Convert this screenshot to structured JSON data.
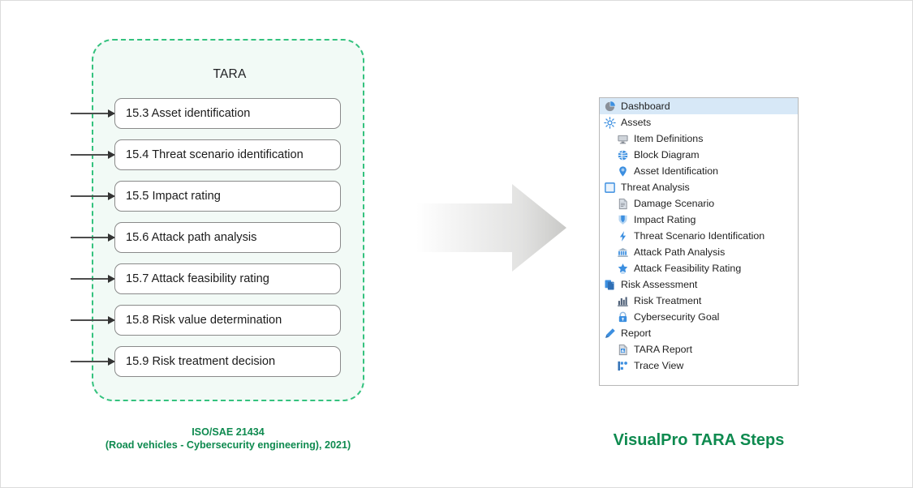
{
  "colors": {
    "accent_green": "#0e8a4f",
    "dashed_border": "#34c27e",
    "panel_bg": "#f2faf6",
    "selection_blue": "#d7e8f7",
    "icon_blue": "#3c8fe0"
  },
  "iso_panel": {
    "title": "TARA",
    "steps": [
      {
        "label": "15.3 Asset identification"
      },
      {
        "label": "15.4 Threat scenario identification"
      },
      {
        "label": "15.5 Impact rating"
      },
      {
        "label": "15.6 Attack path analysis"
      },
      {
        "label": "15.7 Attack feasibility rating"
      },
      {
        "label": "15.8 Risk value determination"
      },
      {
        "label": "15.9 Risk treatment decision"
      }
    ],
    "caption_line1": "ISO/SAE 21434",
    "caption_line2": "(Road vehicles - Cybersecurity engineering), 2021)"
  },
  "flow": {
    "arrow_icon": "right-block-arrow"
  },
  "tree_panel": {
    "caption": "VisualPro TARA Steps",
    "items": [
      {
        "label": "Dashboard",
        "level": 0,
        "icon": "pie-chart-icon",
        "selected": true
      },
      {
        "label": "Assets",
        "level": 0,
        "icon": "sun-gear-icon",
        "selected": false
      },
      {
        "label": "Item Definitions",
        "level": 1,
        "icon": "monitor-icon",
        "selected": false
      },
      {
        "label": "Block Diagram",
        "level": 1,
        "icon": "globe-icon",
        "selected": false
      },
      {
        "label": "Asset Identification",
        "level": 1,
        "icon": "location-pin-icon",
        "selected": false
      },
      {
        "label": "Threat Analysis",
        "level": 0,
        "icon": "square-outline-icon",
        "selected": false
      },
      {
        "label": "Damage Scenario",
        "level": 1,
        "icon": "document-icon",
        "selected": false
      },
      {
        "label": "Impact Rating",
        "level": 1,
        "icon": "ribbon-medal-icon",
        "selected": false
      },
      {
        "label": "Threat Scenario Identification",
        "level": 1,
        "icon": "lightning-bolt-icon",
        "selected": false
      },
      {
        "label": "Attack Path Analysis",
        "level": 1,
        "icon": "bank-building-icon",
        "selected": false
      },
      {
        "label": "Attack Feasibility Rating",
        "level": 1,
        "icon": "star-award-icon",
        "selected": false
      },
      {
        "label": "Risk Assessment",
        "level": 0,
        "icon": "copy-pages-icon",
        "selected": false
      },
      {
        "label": "Risk Treatment",
        "level": 1,
        "icon": "bar-chart-icon",
        "selected": false
      },
      {
        "label": "Cybersecurity Goal",
        "level": 1,
        "icon": "lock-icon",
        "selected": false
      },
      {
        "label": "Report",
        "level": 0,
        "icon": "pencil-icon",
        "selected": false
      },
      {
        "label": "TARA Report",
        "level": 1,
        "icon": "report-doc-icon",
        "selected": false
      },
      {
        "label": "Trace View",
        "level": 1,
        "icon": "trace-node-icon",
        "selected": false
      }
    ]
  }
}
